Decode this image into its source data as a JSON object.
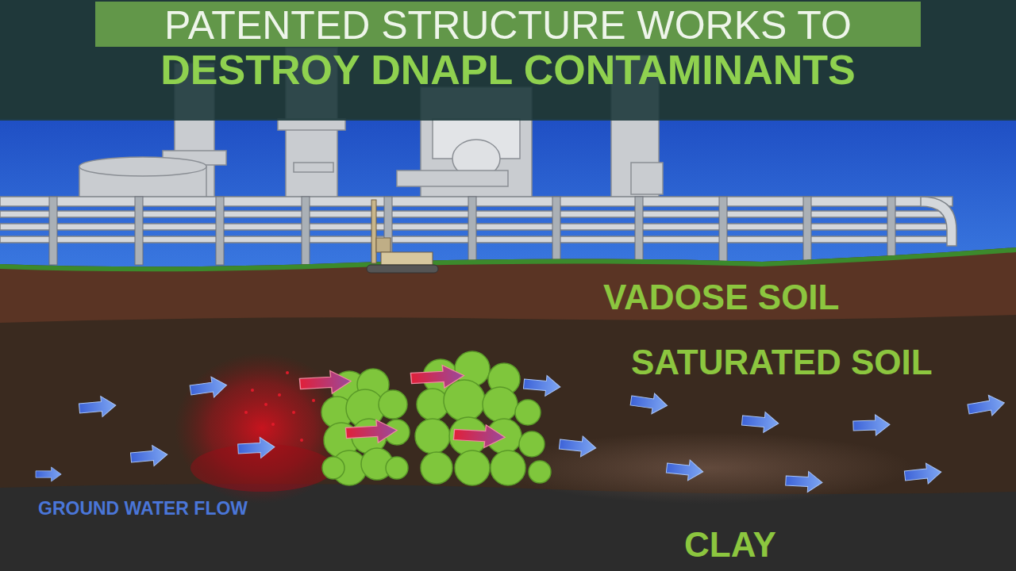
{
  "diagram": {
    "title": "PATENTED STRUCTURE WORKS TO DESTROY DNAPL CONTAMINANTS",
    "labels": [
      "VADOSE SOIL",
      "SATURATED SOIL",
      "GROUND WATER FLOW",
      "CLAY"
    ]
  }
}
